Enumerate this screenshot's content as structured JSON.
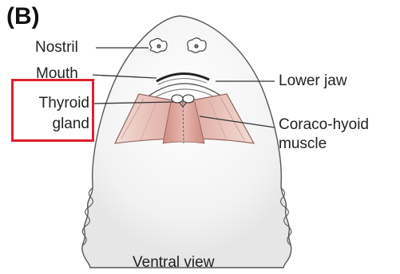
{
  "panel_label": "(B)",
  "labels": {
    "nostril": "Nostril",
    "mouth": "Mouth",
    "thyroid_line1": "Thyroid",
    "thyroid_line2": "gland",
    "lower_jaw": "Lower jaw",
    "coraco_line1": "Coraco-hyoid",
    "coraco_line2": "muscle"
  },
  "caption": "Ventral view",
  "colors": {
    "highlight": "#e0202a",
    "muscle": "#dca59c",
    "muscle_dark": "#c97f76",
    "outline": "#333333"
  }
}
